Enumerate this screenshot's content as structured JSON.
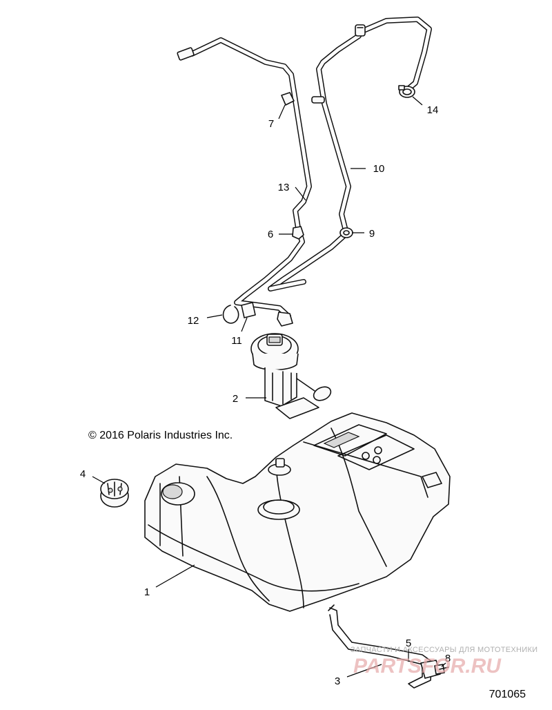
{
  "copyright": "© 2016 Polaris Industries Inc.",
  "figure_number": "701065",
  "watermark": {
    "caption": "ЗАПЧАСТИ И АКСЕССУАРЫ ДЛЯ МОТОТЕХНИКИ",
    "site": "PARTSFOR.RU"
  },
  "callouts": {
    "fuel_tank": "1",
    "fuel_pump": "2",
    "bracket_left": "3",
    "fuel_cap": "4",
    "bracket_right": "5",
    "clip_6": "6",
    "clip_7": "7",
    "bolt": "8",
    "clip_9": "9",
    "hose_10": "10",
    "connector_11": "11",
    "hose_clamp_12": "12",
    "hose_13": "13",
    "hose_end_clamp_14": "14"
  }
}
